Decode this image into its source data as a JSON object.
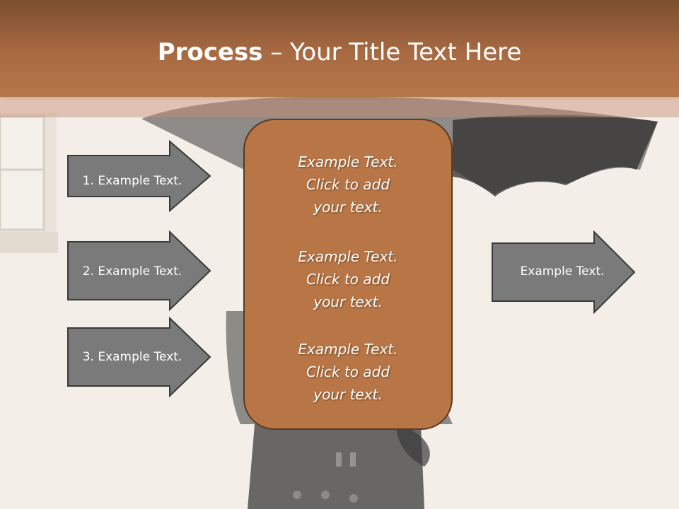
{
  "slide": {
    "title_bold": "Process",
    "title_rest": " – Your Title Text Here",
    "left_arrows": [
      {
        "label": "1. Example Text."
      },
      {
        "label": "2. Example Text."
      },
      {
        "label": "3. Example Text."
      }
    ],
    "center_items": [
      {
        "line1": "Example Text.",
        "line2": "Click  to add",
        "line3": "your text."
      },
      {
        "line1": "Example Text.",
        "line2": "Click  to add",
        "line3": "your text."
      },
      {
        "line1": "Example Text.",
        "line2": "Click  to add",
        "line3": "your text."
      }
    ],
    "right_arrow": {
      "label": "Example Text."
    }
  },
  "colors": {
    "header": "#a86a42",
    "box_fill": "#b87646",
    "box_border": "#5a3a20",
    "arrow_fill": "#7a7a7a",
    "arrow_border": "#3a3a3a"
  }
}
